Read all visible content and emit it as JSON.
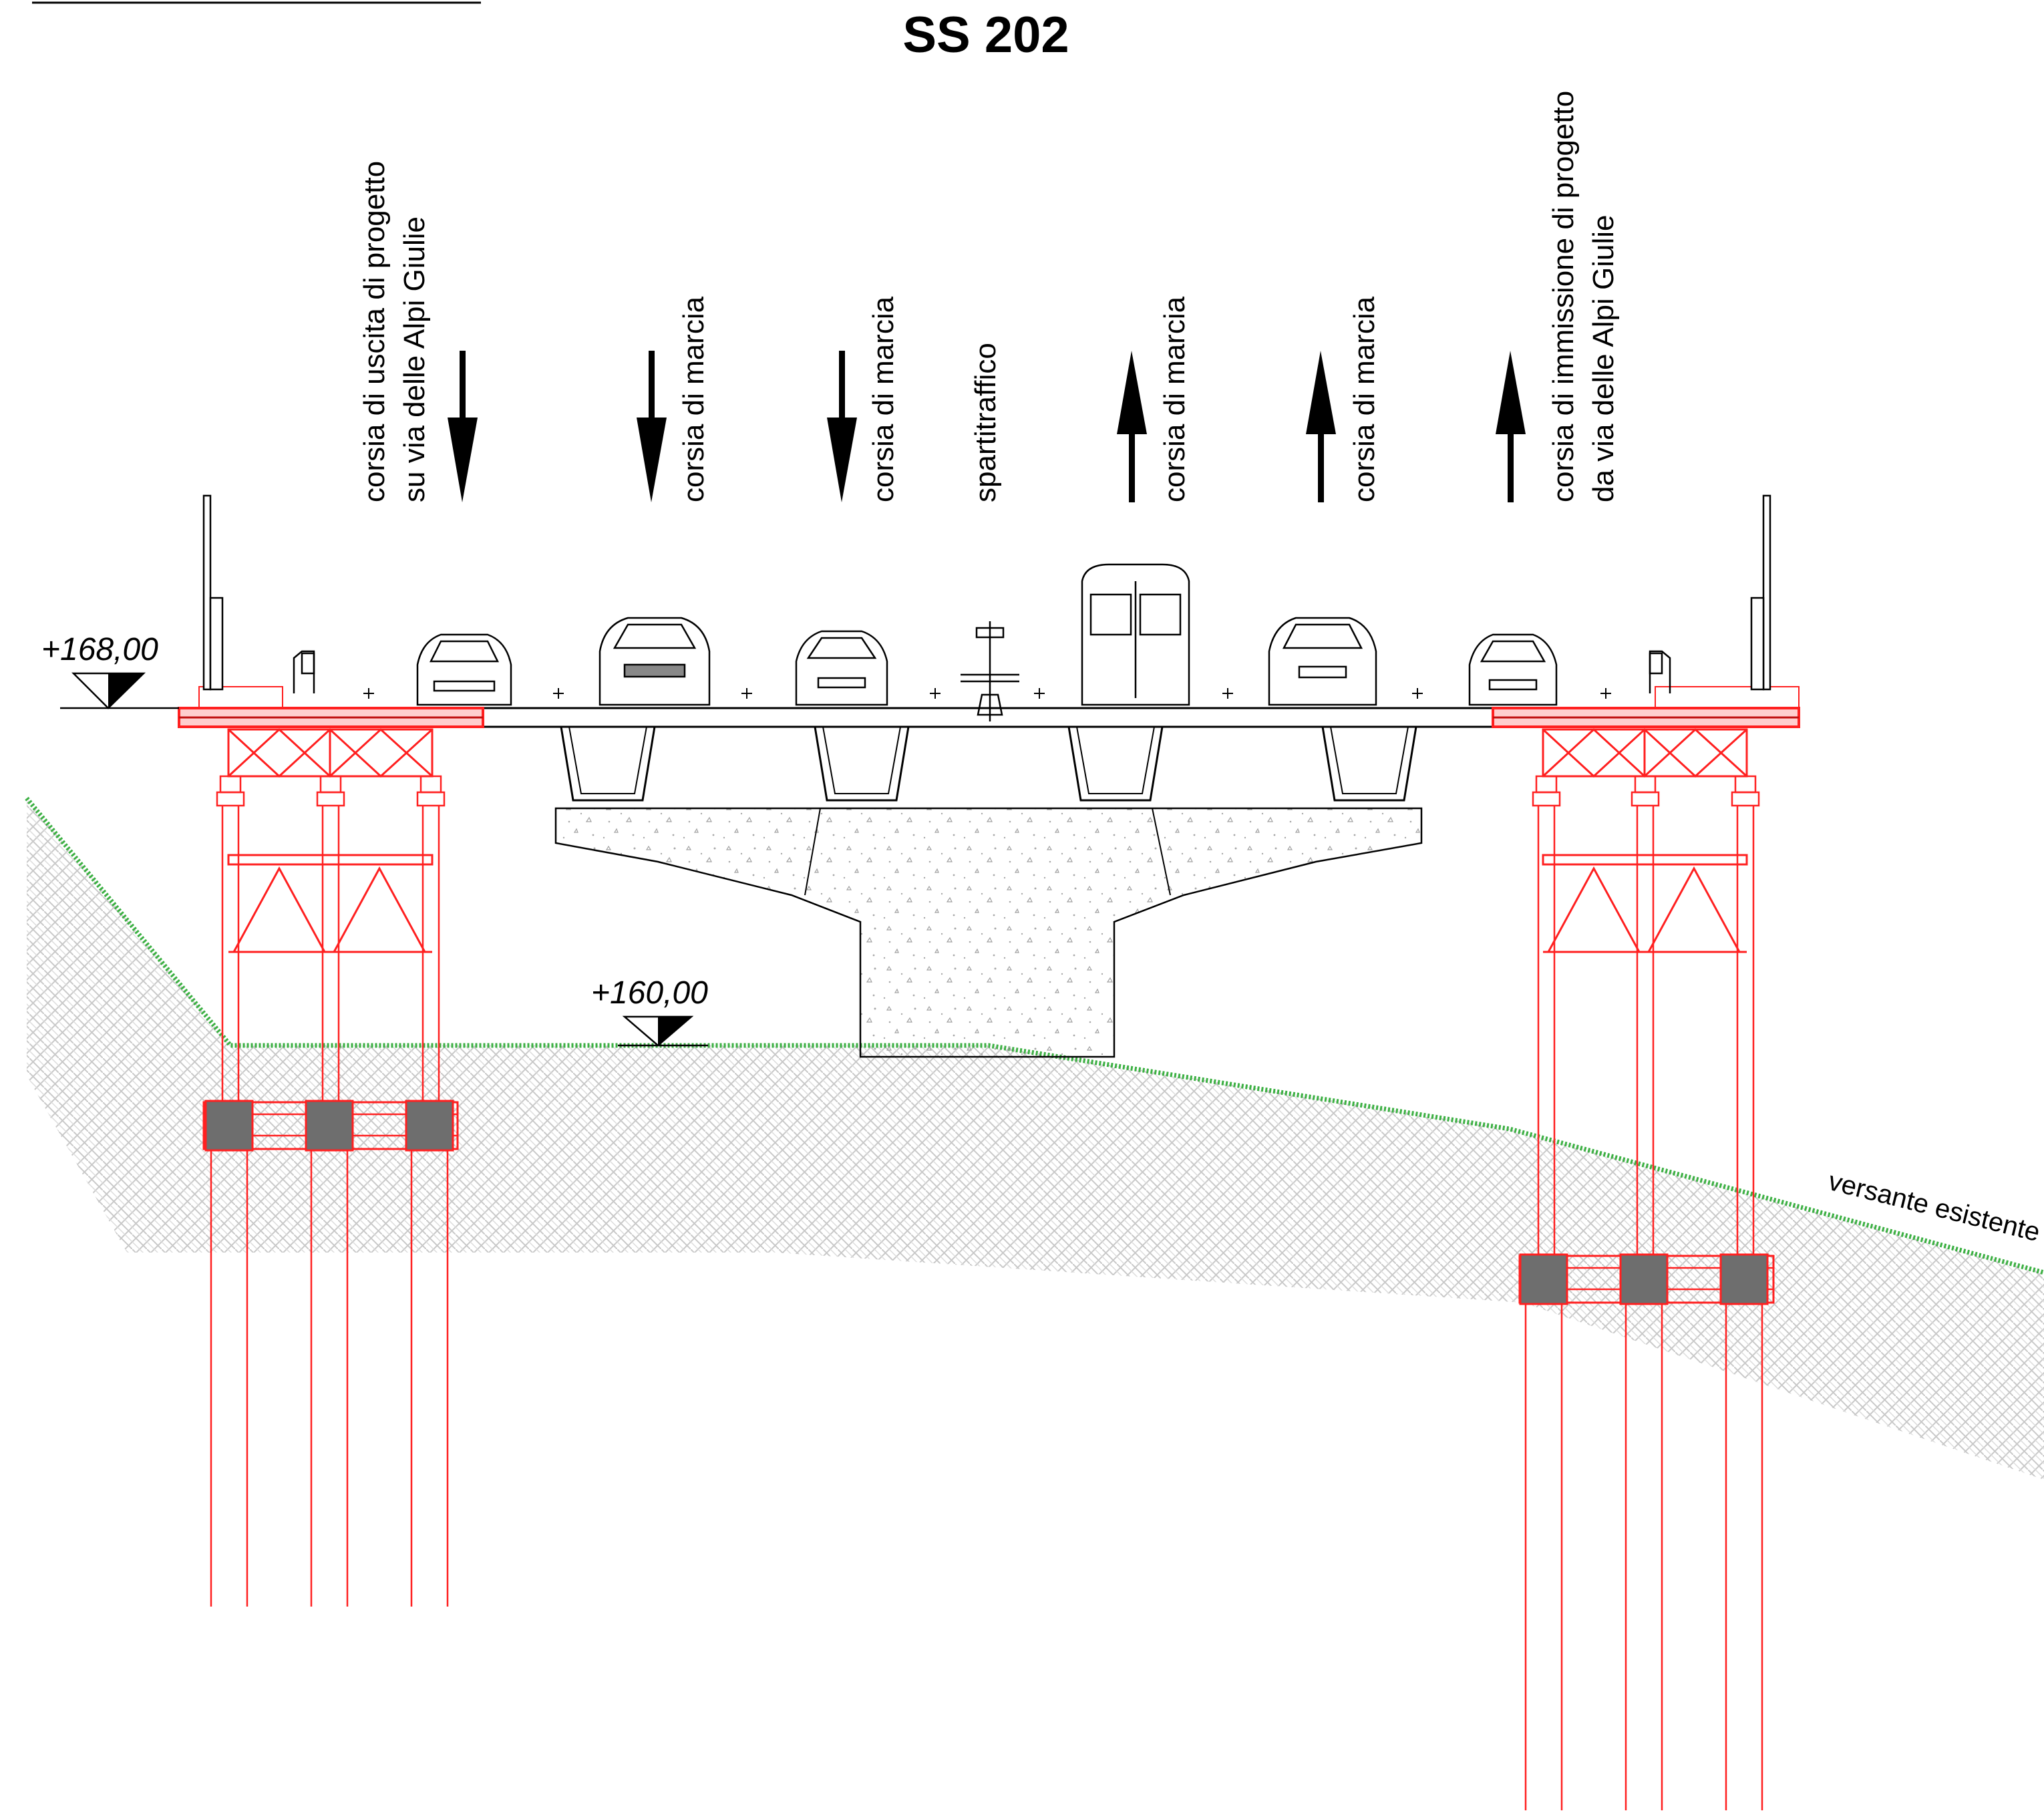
{
  "drawing": {
    "title": "SS 202",
    "lanes": [
      {
        "line1": "corsia di uscita di progetto",
        "line2": "su via delle Alpi Giulie",
        "direction": "down"
      },
      {
        "line1": "corsia di marcia",
        "line2": "",
        "direction": "down"
      },
      {
        "line1": "corsia di marcia",
        "line2": "",
        "direction": "down"
      },
      {
        "line1": "spartitraffico",
        "line2": "",
        "direction": "none"
      },
      {
        "line1": "corsia di marcia",
        "line2": "",
        "direction": "up"
      },
      {
        "line1": "corsia di marcia",
        "line2": "",
        "direction": "up"
      },
      {
        "line1": "corsia di immissione di progetto",
        "line2": "da via delle Alpi Giulie",
        "direction": "up"
      }
    ],
    "elevations": {
      "deck": "+168,00",
      "ground": "+160,00"
    },
    "terrain_label": "versante esistente",
    "colors": {
      "line": "#000000",
      "temporary_structure": "#ff2020",
      "terrain": "#3cb043",
      "hatch": "#cfcfcf",
      "concrete_dots": "#9a9a9a"
    }
  }
}
